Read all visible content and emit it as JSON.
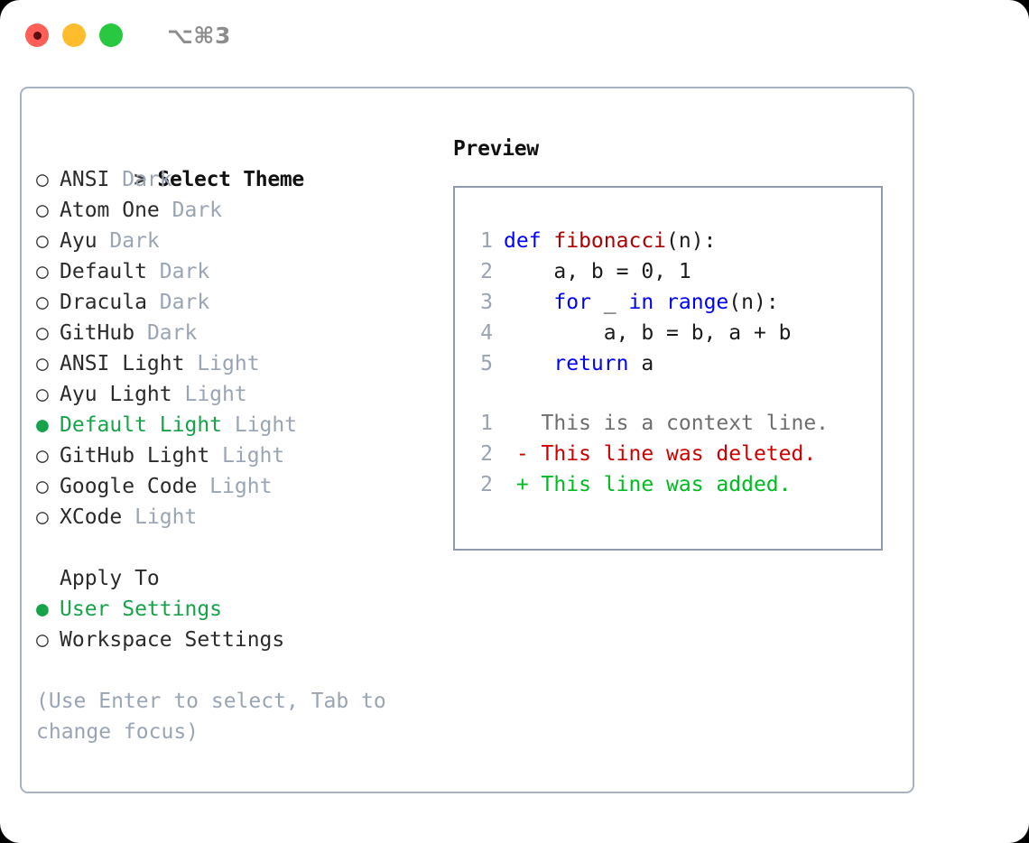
{
  "titlebar": {
    "traffic_lights": [
      {
        "name": "close",
        "color": "#ff5f57"
      },
      {
        "name": "minimize",
        "color": "#ffbd2e"
      },
      {
        "name": "zoom",
        "color": "#28c840"
      }
    ],
    "shortcut": "⌥⌘3"
  },
  "colors": {
    "accent_green": "#16a34a",
    "muted": "#9aa5b4",
    "panel_border": "#a8b2c1",
    "preview_border": "#8e9aab",
    "keyword_blue": "#0000ff",
    "function_red": "#aa0000",
    "diff_added": "#00bb22",
    "diff_deleted": "#cc0000",
    "diff_context": "#6e6e6e"
  },
  "theme_list": {
    "header_marker": ">",
    "header": "Select Theme",
    "items": [
      {
        "marker": "○",
        "label": "ANSI",
        "tag": "Dark",
        "selected": false
      },
      {
        "marker": "○",
        "label": "Atom One",
        "tag": "Dark",
        "selected": false
      },
      {
        "marker": "○",
        "label": "Ayu",
        "tag": "Dark",
        "selected": false
      },
      {
        "marker": "○",
        "label": "Default",
        "tag": "Dark",
        "selected": false
      },
      {
        "marker": "○",
        "label": "Dracula",
        "tag": "Dark",
        "selected": false
      },
      {
        "marker": "○",
        "label": "GitHub",
        "tag": "Dark",
        "selected": false
      },
      {
        "marker": "○",
        "label": "ANSI Light",
        "tag": "Light",
        "selected": false
      },
      {
        "marker": "○",
        "label": "Ayu Light",
        "tag": "Light",
        "selected": false
      },
      {
        "marker": "●",
        "label": "Default Light",
        "tag": "Light",
        "selected": true
      },
      {
        "marker": "○",
        "label": "GitHub Light",
        "tag": "Light",
        "selected": false
      },
      {
        "marker": "○",
        "label": "Google Code",
        "tag": "Light",
        "selected": false
      },
      {
        "marker": "○",
        "label": "XCode",
        "tag": "Light",
        "selected": false
      }
    ]
  },
  "apply_to": {
    "title": "Apply To",
    "items": [
      {
        "marker": "●",
        "label": "User Settings",
        "selected": true
      },
      {
        "marker": "○",
        "label": "Workspace Settings",
        "selected": false
      }
    ]
  },
  "hint": "(Use Enter to select, Tab to\nchange focus)",
  "preview": {
    "title": "Preview",
    "code_lines": [
      {
        "num": "1",
        "tokens": [
          {
            "t": "def ",
            "c": "kw"
          },
          {
            "t": "fibonacci",
            "c": "fn"
          },
          {
            "t": "(n):",
            "c": "pl"
          }
        ]
      },
      {
        "num": "2",
        "tokens": [
          {
            "t": "    a, b = 0, 1",
            "c": "pl"
          }
        ]
      },
      {
        "num": "3",
        "tokens": [
          {
            "t": "    ",
            "c": "pl"
          },
          {
            "t": "for",
            "c": "kw"
          },
          {
            "t": " _ ",
            "c": "pl"
          },
          {
            "t": "in",
            "c": "kw"
          },
          {
            "t": " ",
            "c": "pl"
          },
          {
            "t": "range",
            "c": "kw"
          },
          {
            "t": "(n):",
            "c": "pl"
          }
        ]
      },
      {
        "num": "4",
        "tokens": [
          {
            "t": "        a, b = b, a + b",
            "c": "pl"
          }
        ]
      },
      {
        "num": "5",
        "tokens": [
          {
            "t": "    ",
            "c": "pl"
          },
          {
            "t": "return",
            "c": "kw"
          },
          {
            "t": " a",
            "c": "pl"
          }
        ]
      }
    ],
    "diff_lines": [
      {
        "num": "1",
        "text": "   This is a context line.",
        "kind": "diff-ctx"
      },
      {
        "num": "2",
        "text": " - This line was deleted.",
        "kind": "diff-del"
      },
      {
        "num": "2",
        "text": " + This line was added.",
        "kind": "diff-add"
      }
    ]
  }
}
